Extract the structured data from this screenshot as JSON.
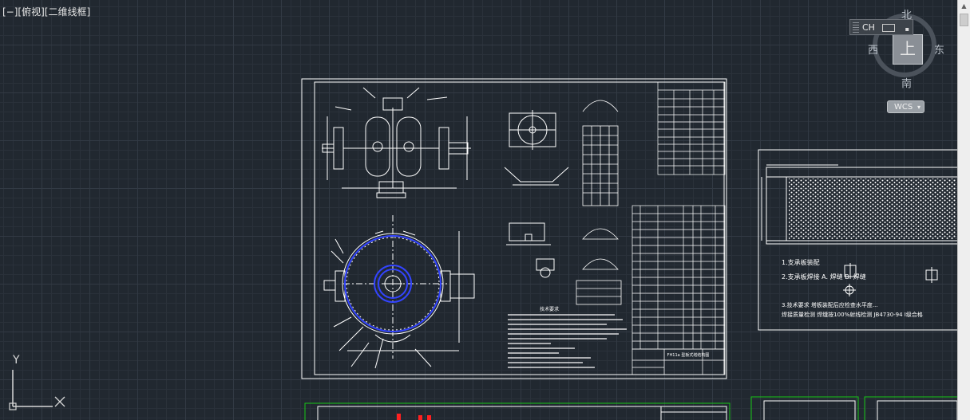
{
  "viewport": {
    "controls": "[−]",
    "view": "[俯视]",
    "visual_style": "[二维线框]"
  },
  "viewcube": {
    "north": "北",
    "south": "南",
    "east": "东",
    "west": "西",
    "face": "上",
    "wcs_label": "WCS"
  },
  "ime": {
    "label": "CH"
  },
  "drawing": {
    "notes_title": "技术要求",
    "title_block_name": "FH11a 型板式塔结构图",
    "right_notes": [
      "1.支承板装配",
      "2.支承板焊接  A. 焊缝          B. 焊缝",
      "3.技术要求 塔板装配后应检查水平度...",
      "   焊接质量检测 焊缝按100%射线检测 JB4730-94 I级合格"
    ]
  },
  "ucs": {
    "x_label": "X",
    "y_label": "Y"
  },
  "colors": {
    "background": "#212830",
    "linework": "#ffffff",
    "highlight_blue": "#3344ff",
    "frame_green": "#16c616",
    "markers_red": "#ff2020"
  }
}
